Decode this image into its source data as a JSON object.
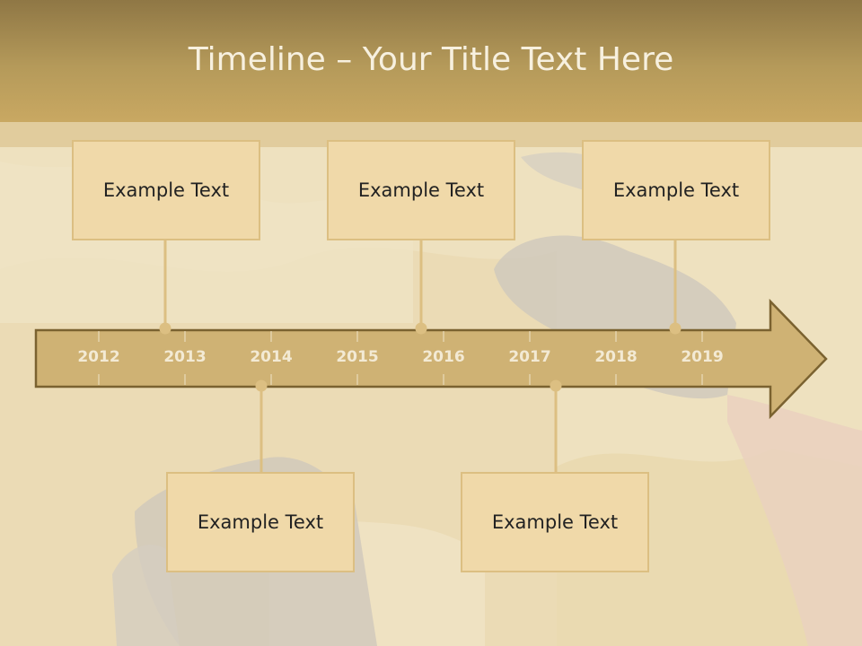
{
  "slide": {
    "title": "Timeline – Your Title Text Here"
  },
  "timeline": {
    "years": [
      "2012",
      "2013",
      "2014",
      "2015",
      "2016",
      "2017",
      "2018",
      "2019"
    ],
    "events_top": [
      "Example Text",
      "Example Text",
      "Example Text"
    ],
    "events_bottom": [
      "Example Text",
      "Example Text"
    ]
  },
  "colors": {
    "header": "#b59a5a",
    "arrow_fill": "#cfb274",
    "arrow_stroke": "#7a6230",
    "box_fill": "#f0d9a9",
    "connector": "#dcbf82"
  }
}
